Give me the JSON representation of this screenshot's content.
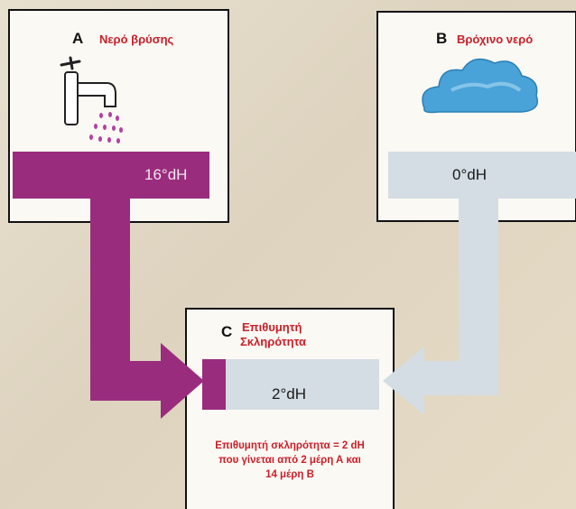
{
  "source_a": {
    "letter": "A",
    "title": "Νερό βρύσης",
    "hardness": "16°dH",
    "icon": "faucet-icon",
    "color": "#9a2c7e"
  },
  "source_b": {
    "letter": "B",
    "title": "Βρόχινο νερό",
    "hardness": "0°dH",
    "icon": "cloud-icon",
    "color": "#d3dde3"
  },
  "result": {
    "letter": "C",
    "title_line1": "Επιθυμητή",
    "title_line2": "Σκληρότητα",
    "hardness": "2°dH",
    "description_line1": "Επιθυμητή σκληρότητα = 2 dH",
    "description_line2": "που γίνεται από 2 μέρη Α και",
    "description_line3": "14 μέρη Β"
  },
  "colors": {
    "accent_red": "#c8202a",
    "tap_water": "#9a2c7e",
    "rain_water": "#d3dde3"
  }
}
